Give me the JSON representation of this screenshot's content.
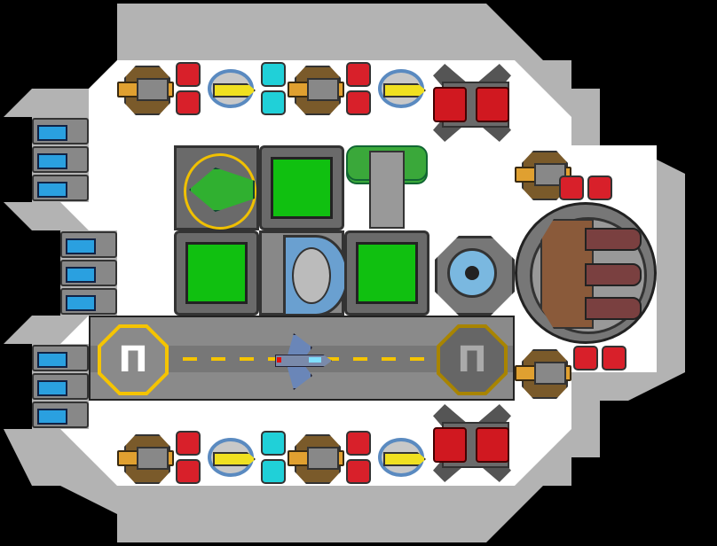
{
  "scene": {
    "type": "ship-layout",
    "colors": {
      "background": "#000000",
      "hull": "#b3b3b3",
      "interior": "#ffffff",
      "room_floor": "#10c010",
      "runway": "#8a8a8a",
      "runway_dash": "#f5c400",
      "pad_active": "#f5c400",
      "pad_inactive": "#a88400"
    },
    "landing_pads": [
      {
        "icon": "pi-glyph",
        "glyph": "Π",
        "state": "active"
      },
      {
        "icon": "pi-glyph",
        "glyph": "Π",
        "state": "inactive"
      }
    ],
    "modules": [
      "weapon-turret",
      "ammo-red",
      "missile-launcher",
      "ammo-cyan",
      "thruster",
      "engine",
      "hangar",
      "cargo-room",
      "fuel-tanks",
      "shield-dome",
      "reactor",
      "main-cannon",
      "runway",
      "fighter"
    ]
  }
}
